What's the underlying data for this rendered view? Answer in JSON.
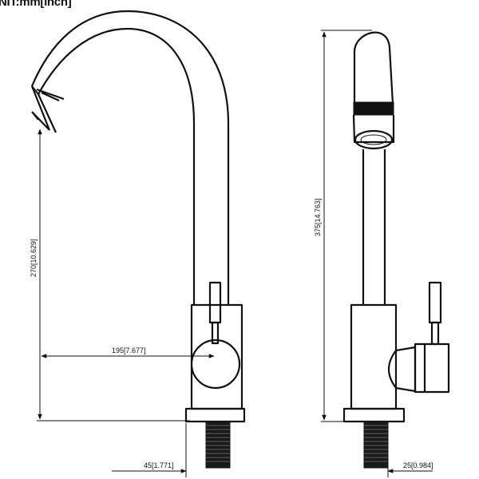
{
  "title": "NIT:mm[inch]",
  "dimensions": {
    "spout_height": "270[10.629]",
    "spout_reach": "195[7.677]",
    "total_height": "375[14.763]",
    "base_width": "45[1.771]",
    "thread_offset": "25[0.984]"
  },
  "colors": {
    "line": "#111111",
    "background": "#ffffff"
  }
}
